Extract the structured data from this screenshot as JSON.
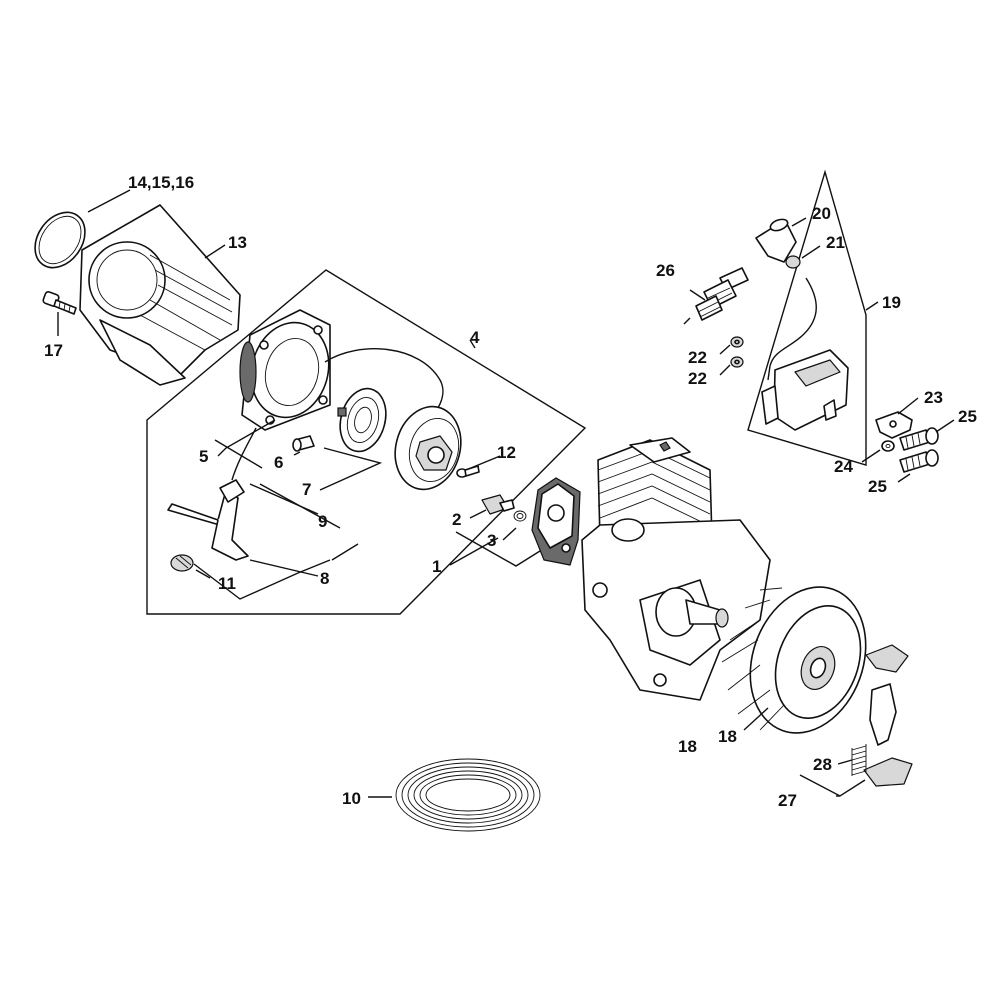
{
  "labels": {
    "l1": "1",
    "l2": "2",
    "l3": "3",
    "l4": "4",
    "l5": "5",
    "l6": "6",
    "l7": "7",
    "l8": "8",
    "l9": "9",
    "l10": "10",
    "l11": "11",
    "l12": "12",
    "l13": "13",
    "l14": "14,15,16",
    "l17": "17",
    "l18a": "18",
    "l18b": "18",
    "l19": "19",
    "l20": "20",
    "l21": "21",
    "l22a": "22",
    "l22b": "22",
    "l23": "23",
    "l24": "24",
    "l25a": "25",
    "l25b": "25",
    "l26": "26",
    "l27": "27",
    "l28": "28"
  },
  "colors": {
    "line": "#111111",
    "shade": "#d8d8d8",
    "dark": "#6a6a6a"
  }
}
